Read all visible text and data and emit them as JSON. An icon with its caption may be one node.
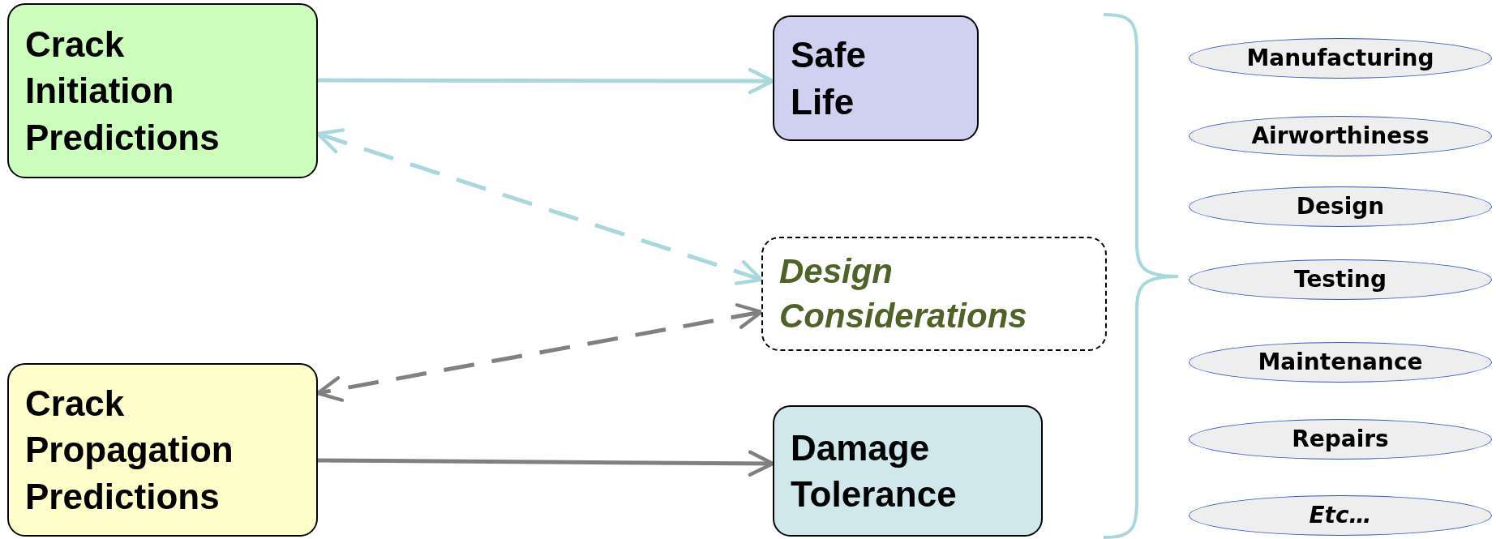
{
  "diagram": {
    "nodes": [
      {
        "text": [
          "Crack Initiation Predictions"
        ]
      },
      {
        "text": [
          "Safe Life"
        ]
      },
      {
        "text": [
          "Design Considerations"
        ]
      },
      {
        "text": [
          "Crack Propagation Predictions"
        ]
      },
      {
        "text": [
          "Damage Tolerance"
        ]
      },
      {
        "text": [
          "Manufacturing"
        ]
      },
      {
        "text": [
          "Airworthiness"
        ]
      },
      {
        "text": [
          "Design"
        ]
      },
      {
        "text": [
          "Testing"
        ]
      },
      {
        "text": [
          "Maintenance"
        ]
      },
      {
        "text": [
          "Repairs"
        ]
      },
      {
        "text": [
          "Etc…"
        ]
      }
    ],
    "edges": [
      {
        "from": 0,
        "to": 1,
        "arrow": "to",
        "color": "#a9d8dc"
      },
      {
        "from": 0,
        "to": 2,
        "arrow": "both",
        "style": "dashed",
        "color": "#a9d8dc"
      },
      {
        "from": 2,
        "to": 3,
        "arrow": "both",
        "style": "dashed",
        "color": "#808080"
      },
      {
        "from": 3,
        "to": 4,
        "arrow": "to",
        "color": "#808080"
      }
    ]
  }
}
